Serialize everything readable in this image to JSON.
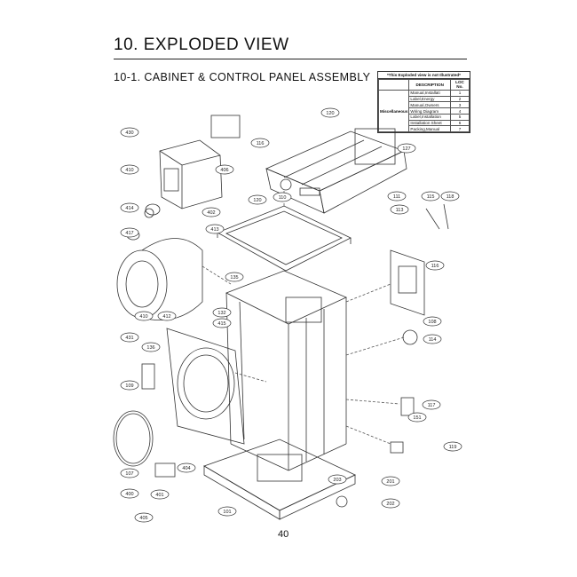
{
  "page": {
    "title": "10. EXPLODED VIEW",
    "section_title": "10-1. CABINET & CONTROL PANEL ASSEMBLY",
    "page_number": "40"
  },
  "legend": {
    "caption": "*This Exploded view is not Illustrated*",
    "headers": [
      "DESCRIPTION",
      "LOC No."
    ],
    "group_label": "Miscellaneous",
    "rows": [
      {
        "description": "Manual,Installati",
        "code": "1"
      },
      {
        "description": "Label,Energy",
        "code": "2"
      },
      {
        "description": "Manual,Owners",
        "code": "3"
      },
      {
        "description": "Wiring Diagram",
        "code": "4"
      },
      {
        "description": "Label,Installation",
        "code": "5"
      },
      {
        "description": "Installation Sheet",
        "code": "6"
      },
      {
        "description": "Packing,Manual",
        "code": "7"
      }
    ]
  },
  "callouts": [
    {
      "label": "430"
    },
    {
      "label": "410"
    },
    {
      "label": "406"
    },
    {
      "label": "414"
    },
    {
      "label": "402"
    },
    {
      "label": "413"
    },
    {
      "label": "417"
    },
    {
      "label": "120"
    },
    {
      "label": "110"
    },
    {
      "label": "116"
    },
    {
      "label": "120"
    },
    {
      "label": "127"
    },
    {
      "label": "111"
    },
    {
      "label": "113"
    },
    {
      "label": "115"
    },
    {
      "label": "118"
    },
    {
      "label": "116"
    },
    {
      "label": "108"
    },
    {
      "label": "114"
    },
    {
      "label": "117"
    },
    {
      "label": "119"
    },
    {
      "label": "135"
    },
    {
      "label": "132"
    },
    {
      "label": "415"
    },
    {
      "label": "410"
    },
    {
      "label": "412"
    },
    {
      "label": "431"
    },
    {
      "label": "136"
    },
    {
      "label": "109"
    },
    {
      "label": "107"
    },
    {
      "label": "404"
    },
    {
      "label": "405"
    },
    {
      "label": "101"
    },
    {
      "label": "201"
    },
    {
      "label": "202"
    },
    {
      "label": "400"
    },
    {
      "label": "401"
    },
    {
      "label": "203"
    },
    {
      "label": "151"
    }
  ]
}
